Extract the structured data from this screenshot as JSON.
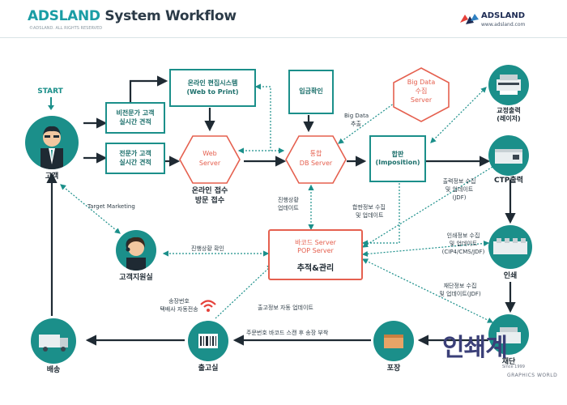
{
  "header": {
    "brand": "ADSLAND",
    "title_rest": " System Workflow",
    "copyright": "©ADSLAND. ALL RIGHTS RESERVED"
  },
  "logo": {
    "name": "ADSLAND",
    "url": "www.adsland.com"
  },
  "start_label": "START",
  "customer": {
    "label": "고객"
  },
  "boxes": {
    "non_expert": [
      "비전문가 고객",
      "실시간 견적"
    ],
    "expert": [
      "전문가 고객",
      "실시간 견적"
    ],
    "web_to_print": [
      "온라인 편집시스템",
      "(Web to Print)"
    ],
    "payment": "입금확인",
    "imposition": [
      "합판",
      "(Imposition)"
    ]
  },
  "hexagons": {
    "web_server": [
      "Web",
      "Server"
    ],
    "db_server": [
      "통합",
      "DB Server"
    ],
    "bigdata": [
      "Big Data",
      "수집",
      "Server"
    ]
  },
  "web_server_caption": [
    "온라인 접수",
    "방문 접수"
  ],
  "barcode": {
    "line1": "바코드 Server",
    "line2": "POP Server",
    "line3": "추적&관리"
  },
  "notes": {
    "target_marketing": "Target Marketing",
    "bigdata_collect": [
      "Big Data",
      "추출"
    ],
    "progress_update": [
      "진행상황",
      "업데이트"
    ],
    "imposition_update": [
      "합판정보 수집",
      "및 업데이트"
    ],
    "output_update": [
      "출력정보 수집",
      "및 업데이트",
      "(JDF)"
    ],
    "ink_update": [
      "인쇄정보 수집",
      "및 업데이트",
      "(CIP4/CMS/JDF)"
    ],
    "cut_update": [
      "재단정보 수집",
      "및 업데이트(JDF)"
    ],
    "progress_check": "진행상황 확인",
    "shipping_update": "출고정보 자동 업데이트",
    "order_scan": "주문번호 바코드 스캔 후 송장 부착",
    "invoice_send": [
      "송장번호",
      "택배사 자동전송"
    ]
  },
  "equipment": {
    "proof": [
      "교정출력",
      "(레이저)"
    ],
    "ctp": "CTP출력",
    "print": "인쇄",
    "cut": "재단"
  },
  "stations": {
    "support": "고객지원실",
    "packaging": "포장",
    "shipping_room": "출고실",
    "delivery": "배송"
  },
  "watermark": {
    "main": "인쇄계",
    "since": "Since 1999",
    "brand": "GRAPHICS WORLD"
  },
  "colors": {
    "teal": "#1b8f8a",
    "red": "#e5604f",
    "dark": "#2b3a47"
  }
}
